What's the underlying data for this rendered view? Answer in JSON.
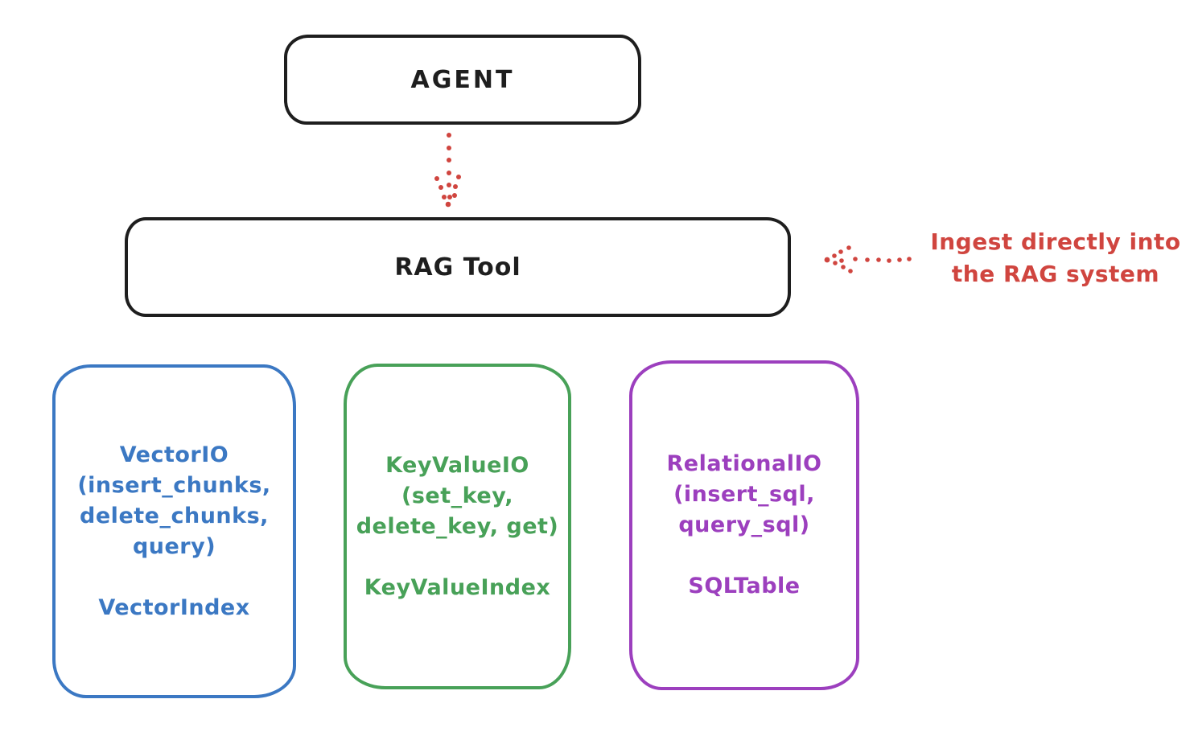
{
  "diagram": {
    "colors": {
      "background": "#ffffff",
      "node_stroke": "#1e1e1e",
      "accent_red": "#d0453f",
      "vector_blue": "#3b78c3",
      "keyvalue_green": "#48a158",
      "relational_purple": "#9c3fbe"
    },
    "agent": {
      "label": "AGENT"
    },
    "rag_tool": {
      "label": "RAG Tool"
    },
    "annotation": {
      "line1": "Ingest directly into",
      "line2": "the RAG system"
    },
    "arrows": [
      {
        "name": "agent-to-rag-tool",
        "style": "dotted",
        "color": "#d0453f",
        "direction": "down"
      },
      {
        "name": "annotation-to-rag-tool",
        "style": "dotted",
        "color": "#d0453f",
        "direction": "left"
      }
    ],
    "io_boxes": [
      {
        "lines": [
          "VectorIO",
          "(insert_chunks,",
          "delete_chunks,",
          "query)"
        ],
        "footer": "VectorIndex",
        "color": "#3b78c3"
      },
      {
        "lines": [
          "KeyValueIO",
          "(set_key,",
          "delete_key, get)"
        ],
        "footer": "KeyValueIndex",
        "color": "#48a158"
      },
      {
        "lines": [
          "RelationalIO",
          "(insert_sql,",
          "query_sql)"
        ],
        "footer": "SQLTable",
        "color": "#9c3fbe"
      }
    ]
  }
}
